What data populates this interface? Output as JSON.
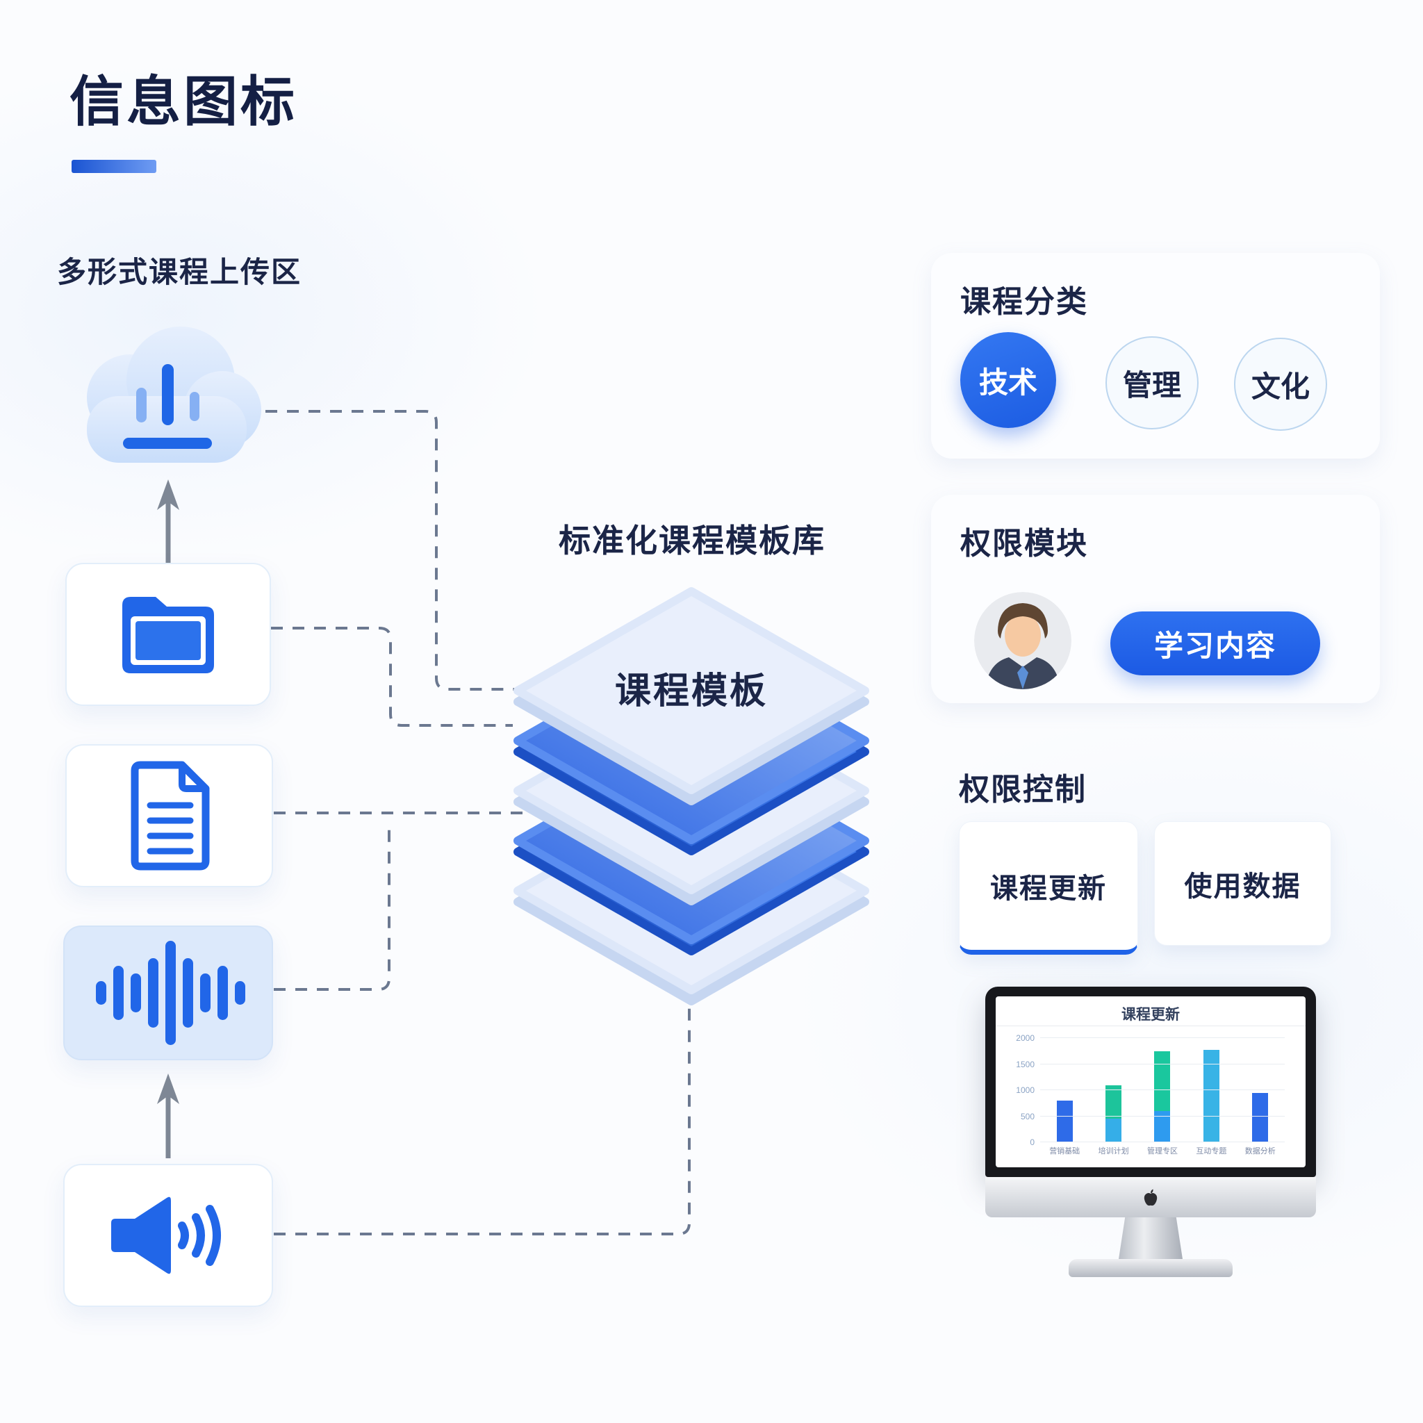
{
  "page": {
    "title": "信息图标"
  },
  "colors": {
    "accent_blue": "#2166e8",
    "dark_navy_text": "#1b2547",
    "light_icon_bg": "#dce9fb",
    "active_tab_underline": "#1e62e8",
    "connector_gray": "#6b7890"
  },
  "upload_zone": {
    "heading": "多形式课程上传区",
    "items": [
      {
        "icon": "cloud-upload-icon"
      },
      {
        "icon": "folder-icon"
      },
      {
        "icon": "document-icon"
      },
      {
        "icon": "waveform-icon"
      },
      {
        "icon": "speaker-icon"
      }
    ]
  },
  "template_library": {
    "heading": "标准化课程模板库",
    "top_layer_label": "课程模板",
    "layers": [
      "light",
      "blue",
      "light",
      "blue",
      "light"
    ]
  },
  "course_categories": {
    "heading": "课程分类",
    "options": [
      {
        "label": "技术",
        "active": true
      },
      {
        "label": "管理",
        "active": false
      },
      {
        "label": "文化",
        "active": false
      }
    ]
  },
  "permission_module": {
    "heading": "权限模块",
    "button_label": "学习内容",
    "avatar": "user-avatar"
  },
  "permission_control": {
    "heading": "权限控制",
    "tabs": [
      {
        "label": "课程更新",
        "active": true
      },
      {
        "label": "使用数据",
        "active": false
      }
    ]
  },
  "monitor_chart": {
    "chart_data": {
      "type": "bar",
      "title": "课程更新",
      "categories": [
        "营销基础",
        "培训计划",
        "管理专区",
        "互动专题",
        "数据分析"
      ],
      "ylim": [
        0,
        2000
      ],
      "yticks": [
        0,
        500,
        1000,
        1500,
        2000
      ],
      "grid": true,
      "legend": false,
      "bars": [
        {
          "label": "营销基础",
          "segments": [
            {
              "value": 800,
              "color": "#2e6be8"
            }
          ]
        },
        {
          "label": "培训计划",
          "segments": [
            {
              "value": 450,
              "color": "#35aee8"
            },
            {
              "value": 650,
              "color": "#1dc49b"
            }
          ]
        },
        {
          "label": "管理专区",
          "segments": [
            {
              "value": 600,
              "color": "#2e9bef"
            },
            {
              "value": 1150,
              "color": "#1ac79e"
            }
          ]
        },
        {
          "label": "互动专题",
          "segments": [
            {
              "value": 1770,
              "color": "#38b3e6"
            }
          ]
        },
        {
          "label": "数据分析",
          "segments": [
            {
              "value": 950,
              "color": "#2e6be8"
            }
          ]
        }
      ]
    }
  }
}
